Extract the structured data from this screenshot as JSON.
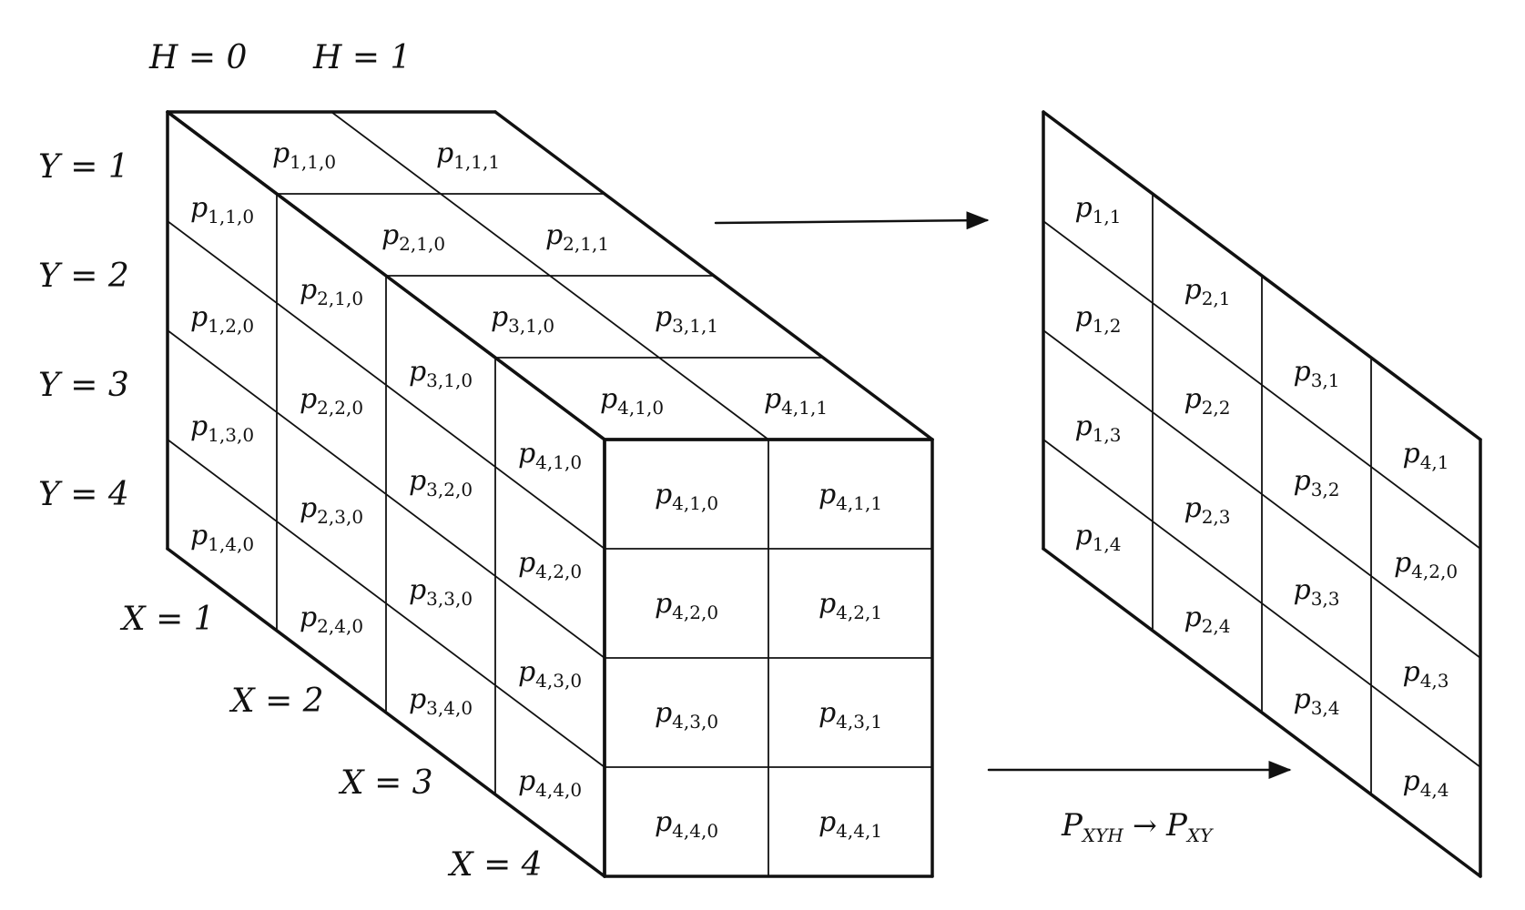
{
  "axis_labels": {
    "h": [
      "H = 0",
      "H = 1"
    ],
    "y": [
      "Y = 1",
      "Y = 2",
      "Y = 3",
      "Y = 4"
    ],
    "x": [
      "X = 1",
      "X = 2",
      "X = 3",
      "X = 4"
    ]
  },
  "cube": {
    "top": [
      [
        "1,1,0",
        "1,1,1"
      ],
      [
        "2,1,0",
        "2,1,1"
      ],
      [
        "3,1,0",
        "3,1,1"
      ],
      [
        "4,1,0",
        "4,1,1"
      ]
    ],
    "left": [
      [
        "1,1,0",
        "1,2,0",
        "1,3,0",
        "1,4,0"
      ],
      [
        "2,1,0",
        "2,2,0",
        "2,3,0",
        "2,4,0"
      ],
      [
        "3,1,0",
        "3,2,0",
        "3,3,0",
        "3,4,0"
      ],
      [
        "4,1,0",
        "4,2,0",
        "4,3,0",
        "4,4,0"
      ]
    ],
    "front": [
      [
        "4,1,0",
        "4,1,1"
      ],
      [
        "4,2,0",
        "4,2,1"
      ],
      [
        "4,3,0",
        "4,3,1"
      ],
      [
        "4,4,0",
        "4,4,1"
      ]
    ]
  },
  "plane": [
    [
      "1,1",
      "1,2",
      "1,3",
      "1,4"
    ],
    [
      "2,1",
      "2,2",
      "2,3",
      "2,4"
    ],
    [
      "3,1",
      "3,2",
      "3,3",
      "3,4"
    ],
    [
      "4,1",
      "4,2,0",
      "4,3",
      "4,4"
    ]
  ],
  "transform_label": {
    "base": "P",
    "from_sub": "XYH",
    "arrow": "→",
    "to_sub": "XY"
  },
  "colors": {
    "line": "#111111",
    "background": "#ffffff"
  }
}
